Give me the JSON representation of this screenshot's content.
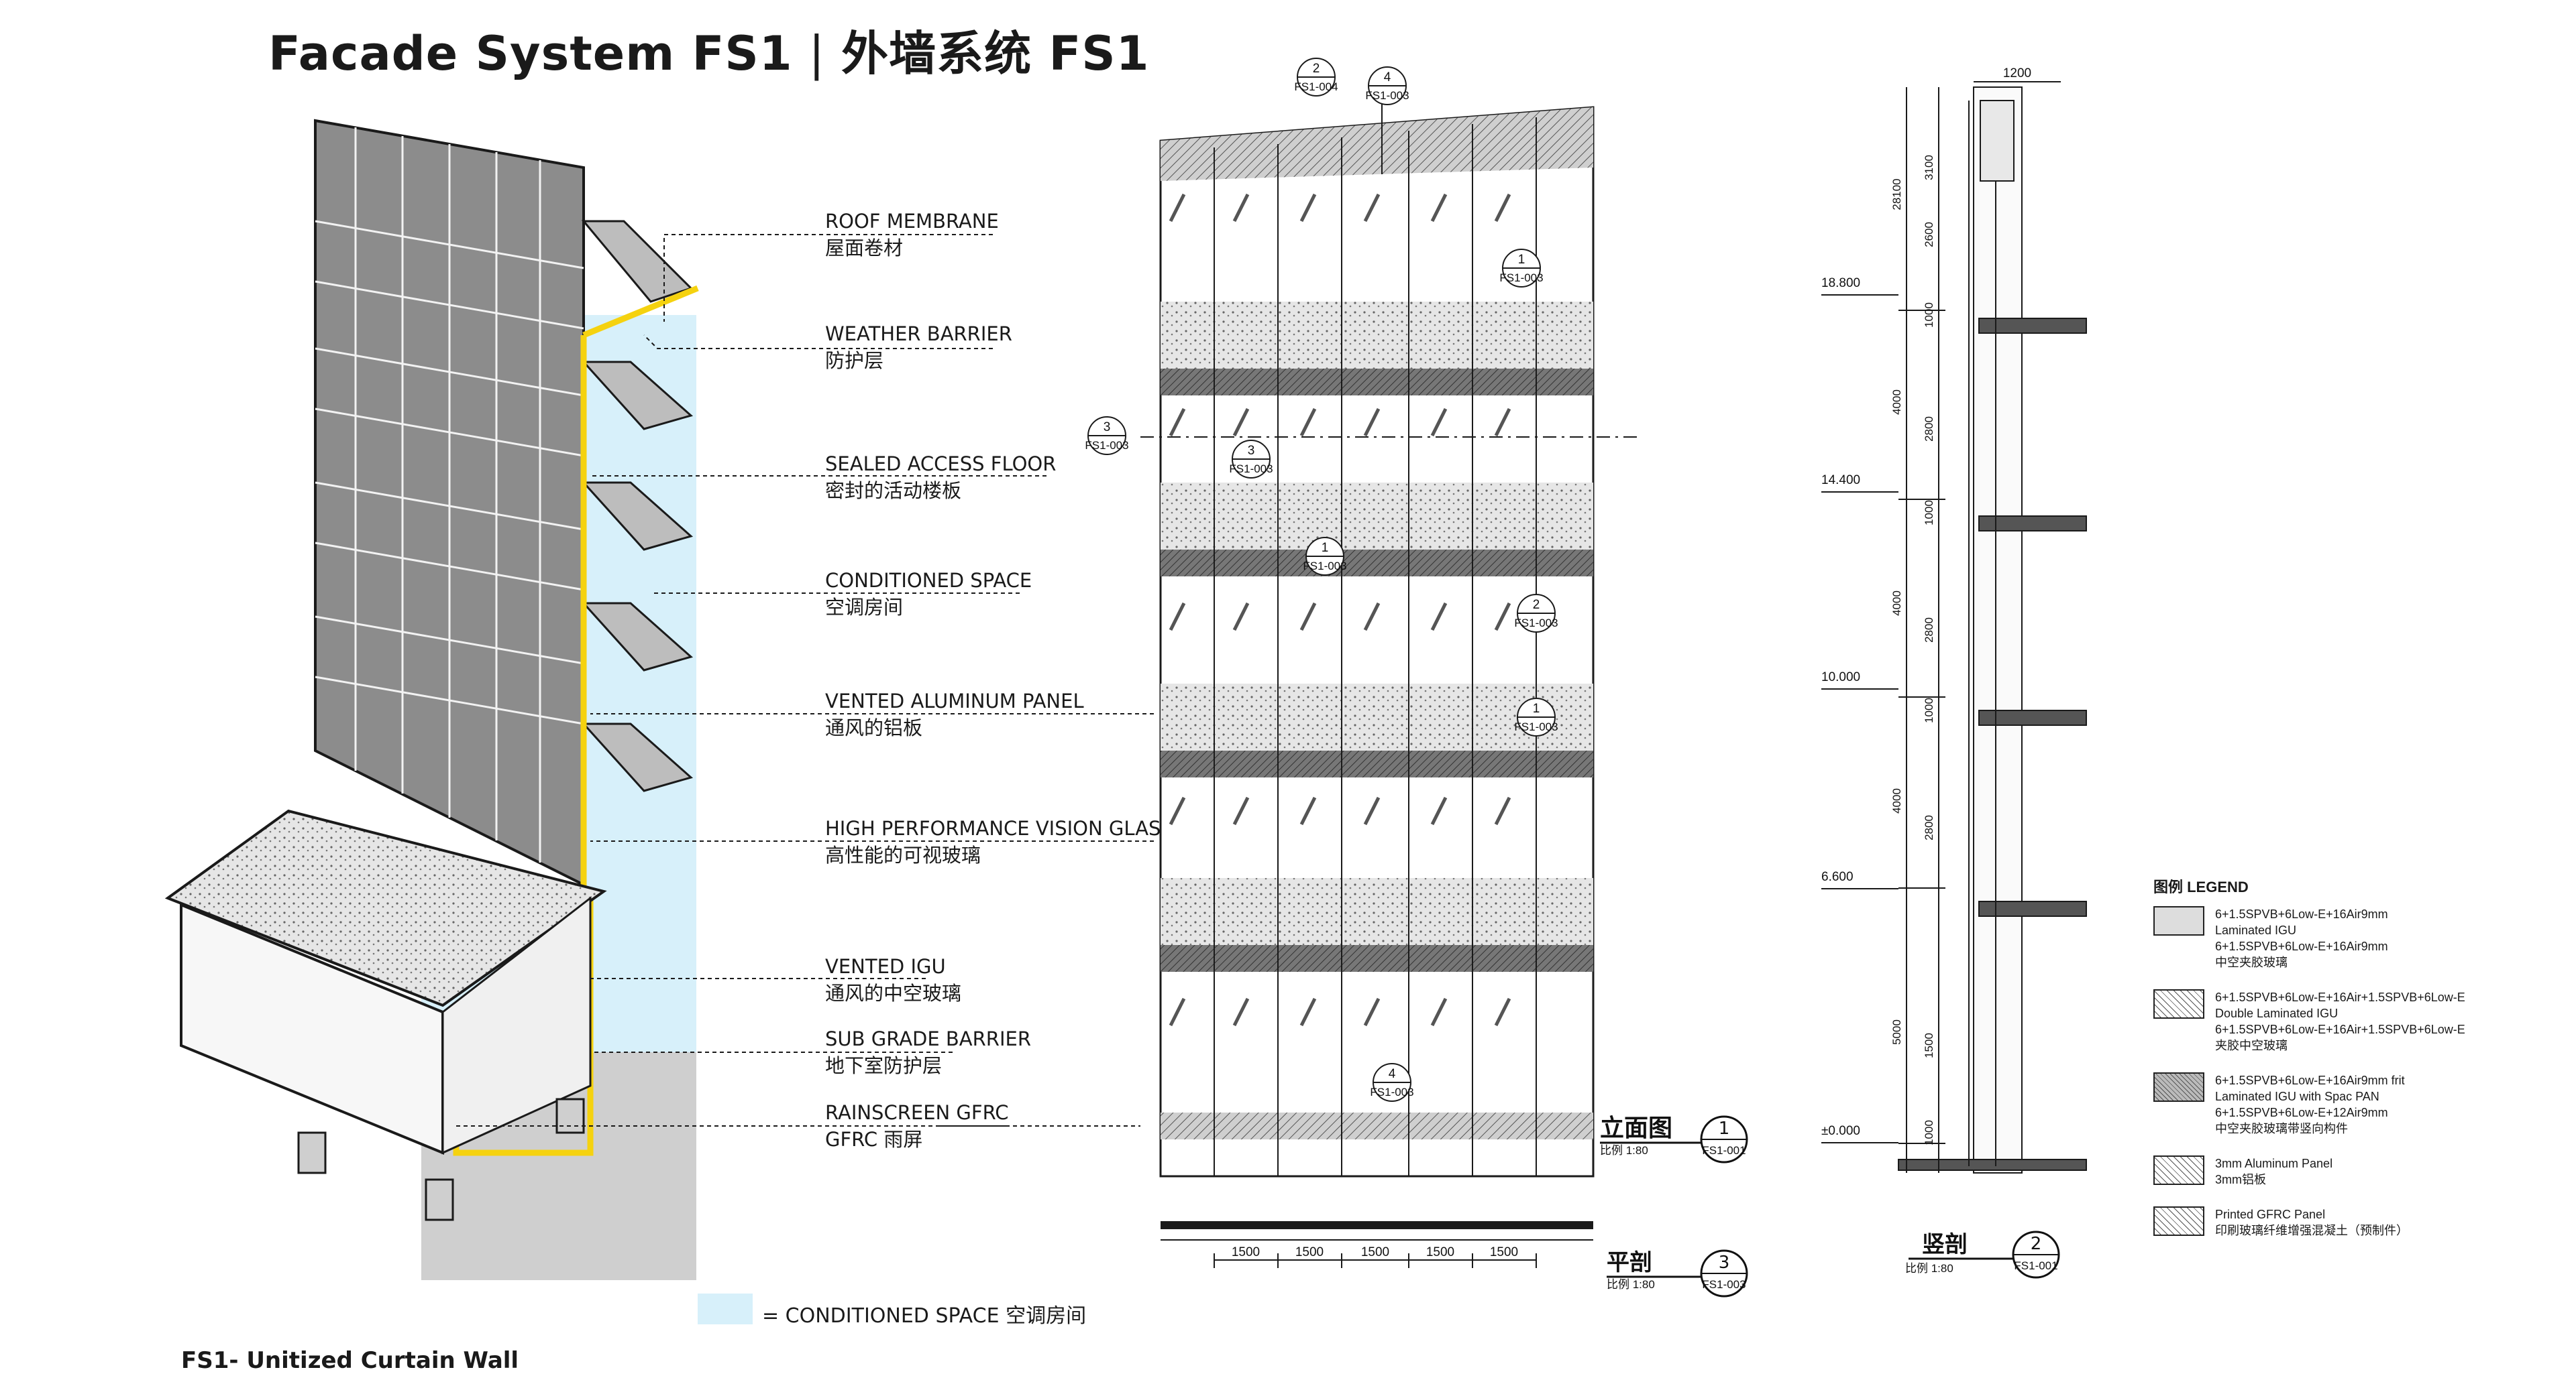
{
  "title": {
    "en": "Facade System FS1",
    "sep": "|",
    "zh": "外墙系统  FS1"
  },
  "caption": "FS1- Unitized Curtain Wall",
  "key": "= CONDITIONED SPACE  空调房间",
  "callouts": [
    {
      "en": "ROOF MEMBRANE",
      "zh": "屋面卷材"
    },
    {
      "en": "WEATHER BARRIER",
      "zh": "防护层"
    },
    {
      "en": "SEALED ACCESS FLOOR",
      "zh": "密封的活动楼板"
    },
    {
      "en": "CONDITIONED SPACE",
      "zh": "空调房间"
    },
    {
      "en": "VENTED ALUMINUM PANEL",
      "zh": "通风的铝板"
    },
    {
      "en": "HIGH PERFORMANCE VISION GLASS",
      "zh": "高性能的可视玻璃"
    },
    {
      "en": "VENTED IGU",
      "zh": "通风的中空玻璃"
    },
    {
      "en": "SUB GRADE BARRIER",
      "zh": "地下室防护层"
    },
    {
      "en": "RAINSCREEN GFRC",
      "zh": "GFRC  雨屏"
    }
  ],
  "elevation": {
    "label": "立面图",
    "scale": "比例  1:80",
    "number": "1",
    "ref": "FS1-001",
    "markers": [
      {
        "n": "2",
        "ref": "FS1-004"
      },
      {
        "n": "4",
        "ref": "FS1-003"
      },
      {
        "n": "3",
        "ref": "FS1-003"
      },
      {
        "n": "3",
        "ref": "FS1-003"
      },
      {
        "n": "1",
        "ref": "FS1-003"
      },
      {
        "n": "1",
        "ref": "FS1-003"
      },
      {
        "n": "2",
        "ref": "FS1-003"
      },
      {
        "n": "1",
        "ref": "FS1-003"
      },
      {
        "n": "4",
        "ref": "FS1-003"
      }
    ]
  },
  "plan": {
    "label": "平剖",
    "scale": "比例  1:80",
    "number": "3",
    "ref": "FS1-003",
    "dims": [
      "1500",
      "1500",
      "1500",
      "1500",
      "1500"
    ]
  },
  "section": {
    "label": "竖剖",
    "scale": "比例  1:80",
    "number": "2",
    "ref": "FS1-001",
    "top_dim": "1200",
    "levels": [
      "18.800",
      "14.400",
      "10.000",
      "6.600",
      "±0.000"
    ],
    "dims": [
      "28100",
      "3100",
      "2600",
      "1000",
      "4000",
      "2800",
      "1000",
      "4000",
      "2800",
      "1000",
      "4000",
      "2800",
      "5000",
      "1500",
      "1000"
    ]
  },
  "legend": {
    "title": "图例  LEGEND",
    "items": [
      {
        "lines": [
          "6+1.5SPVB+6Low-E+16Air9mm",
          "Laminated IGU",
          "6+1.5SPVB+6Low-E+16Air9mm",
          "中空夹胶玻璃"
        ]
      },
      {
        "lines": [
          "6+1.5SPVB+6Low-E+16Air+1.5SPVB+6Low-E",
          "Double Laminated IGU",
          "6+1.5SPVB+6Low-E+16Air+1.5SPVB+6Low-E",
          "夹胶中空玻璃"
        ]
      },
      {
        "lines": [
          "6+1.5SPVB+6Low-E+16Air9mm frit",
          "Laminated IGU with Spac PAN",
          "6+1.5SPVB+6Low-E+12Air9mm",
          "中空夹胶玻璃带竖向构件"
        ]
      },
      {
        "lines": [
          "3mm Aluminum Panel",
          "3mm铝板"
        ]
      },
      {
        "lines": [
          "Printed GFRC Panel",
          "印刷玻璃纤维增强混凝土（预制件）"
        ]
      }
    ]
  },
  "colors": {
    "conditioned": "#d7f0fa",
    "barrier": "#f5d20f",
    "line": "#1a1a1a"
  }
}
